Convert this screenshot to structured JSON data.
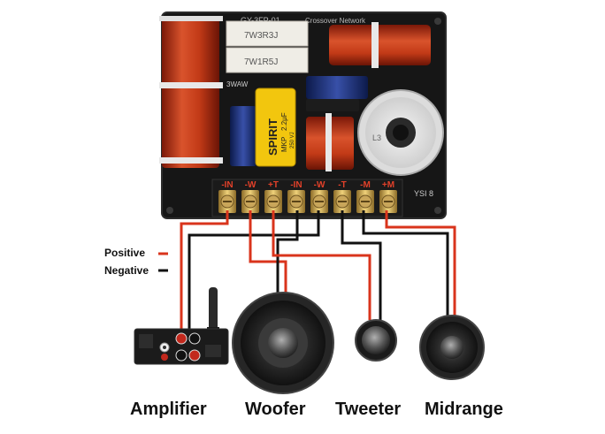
{
  "board": {
    "title": "GY-3FP-01",
    "subtitle": "Crossover Network",
    "code": "YSI 8",
    "resistor_top": "7W3R3J",
    "resistor_bottom": "7W1R5J",
    "power_label": "3WAW",
    "capacitor_brand": "SPIRIT",
    "capacitor_type": "MKP",
    "capacitor_value": "2.2μF",
    "capacitor_voltage": "250 VJ",
    "inductor_label": "L3",
    "terminals": [
      "-IN",
      "-W",
      "+T",
      "-IN",
      "-W",
      "-T",
      "-M",
      "+M"
    ]
  },
  "legend": {
    "positive_label": "Positive",
    "negative_label": "Negative",
    "positive_color": "#d9341c",
    "negative_color": "#111111"
  },
  "components": {
    "amplifier": "Amplifier",
    "woofer": "Woofer",
    "tweeter": "Tweeter",
    "midrange": "Midrange"
  }
}
